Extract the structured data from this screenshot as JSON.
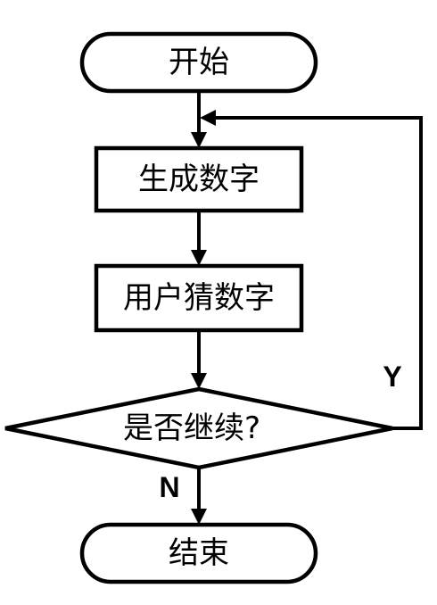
{
  "nodes": {
    "start": "开始",
    "generate": "生成数字",
    "guess": "用户猜数字",
    "decision": "是否继续?",
    "end": "结束"
  },
  "edges": {
    "yes_label": "Y",
    "no_label": "N"
  }
}
